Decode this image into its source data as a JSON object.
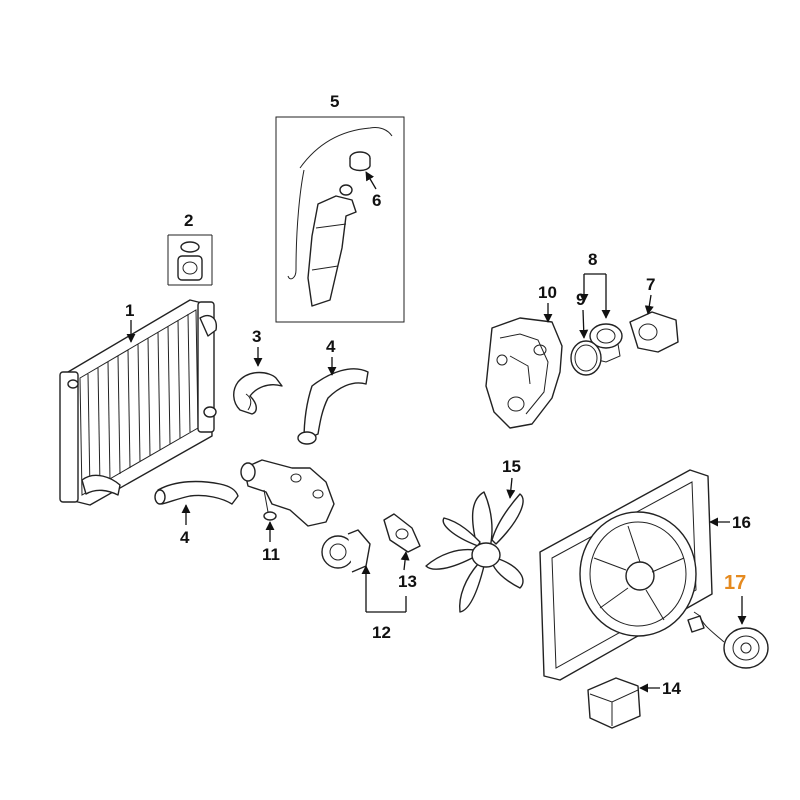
{
  "diagram": {
    "labels": [
      {
        "id": "1",
        "text": "1"
      },
      {
        "id": "2",
        "text": "2"
      },
      {
        "id": "3",
        "text": "3"
      },
      {
        "id": "4a",
        "text": "4"
      },
      {
        "id": "4b",
        "text": "4"
      },
      {
        "id": "5",
        "text": "5"
      },
      {
        "id": "6",
        "text": "6"
      },
      {
        "id": "7",
        "text": "7"
      },
      {
        "id": "8",
        "text": "8"
      },
      {
        "id": "9",
        "text": "9"
      },
      {
        "id": "10",
        "text": "10"
      },
      {
        "id": "11",
        "text": "11"
      },
      {
        "id": "12",
        "text": "12"
      },
      {
        "id": "13",
        "text": "13"
      },
      {
        "id": "14",
        "text": "14"
      },
      {
        "id": "15",
        "text": "15"
      },
      {
        "id": "16",
        "text": "16"
      },
      {
        "id": "17",
        "text": "17"
      }
    ],
    "highlight_color": "#e58a1f",
    "line_color": "#222222"
  }
}
